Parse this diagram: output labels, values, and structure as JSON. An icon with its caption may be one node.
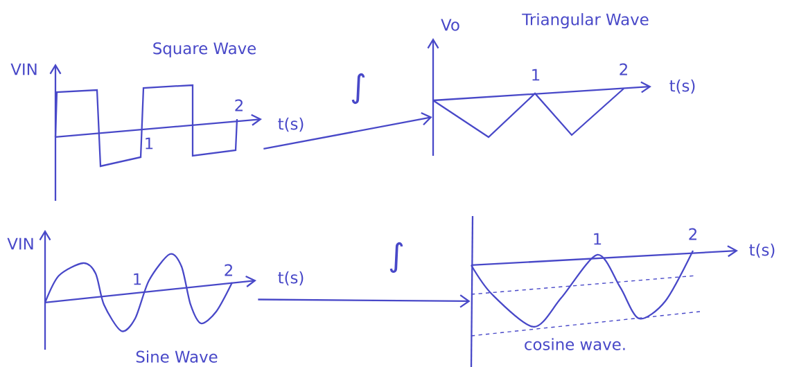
{
  "diagram": {
    "nodes": [
      {
        "text": [],
        "shape": "picture",
        "beside": [
          "VIN",
          "Square Wave",
          "t(s)"
        ]
      },
      {
        "text": [],
        "shape": "picture",
        "beside": [
          "Vo",
          "Triangular Wave",
          "t(s)"
        ]
      },
      {
        "text": [],
        "shape": "picture",
        "beside": [
          "VIN",
          "t(s)",
          "Sine Wave"
        ]
      },
      {
        "text": [],
        "shape": "picture",
        "beside": [
          "t(s)"
        ]
      }
    ],
    "edges": [
      {
        "from": 0,
        "to": 1,
        "arrow": "to",
        "label": "∫"
      },
      {
        "from": 2,
        "to": 3,
        "arrow": "to",
        "label": "∫"
      }
    ],
    "labels": [
      "1",
      "2",
      "1",
      "2",
      "1",
      "2",
      "1",
      "2",
      "cosine wave."
    ]
  }
}
